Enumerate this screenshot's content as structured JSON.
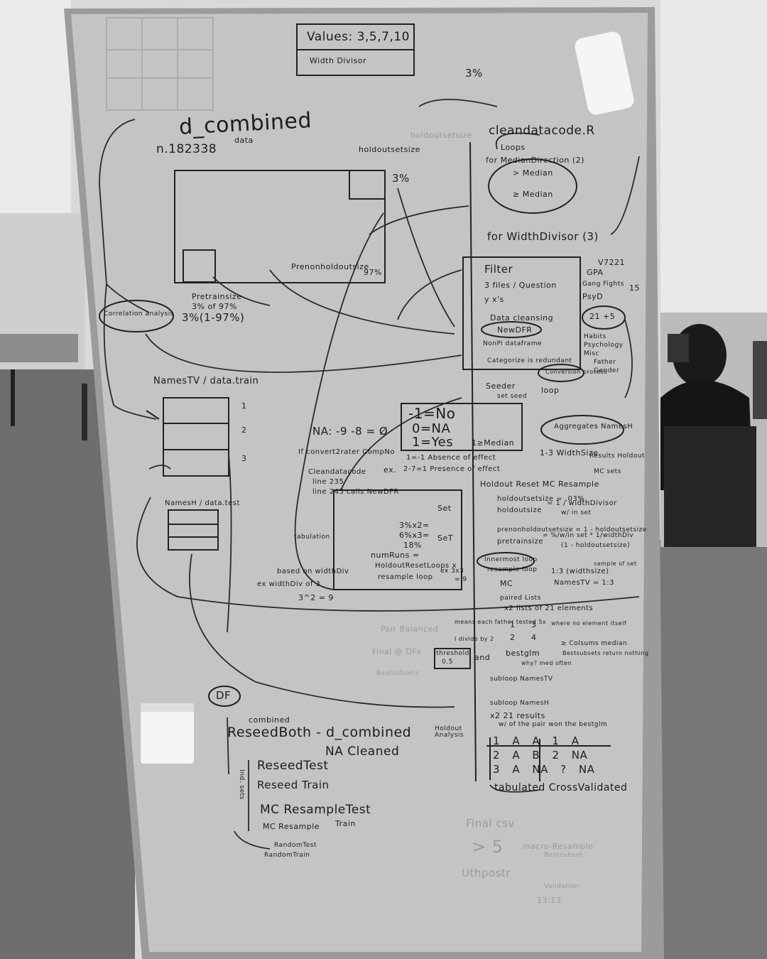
{
  "photo": {
    "subject": "whiteboard"
  },
  "whiteboard": {
    "top_box": {
      "values": "Values: 3,5,7,10",
      "width": "Width Divisor"
    },
    "pct_top": "3%",
    "d_combined": "d_combined",
    "data_label": "data",
    "n_count": "n.182338",
    "holdout_label": "holdoutsetsize",
    "holdout_pct": "3%",
    "holdout_size_top": "holdoutsetsize",
    "cleandatacode": "cleandatacode.R",
    "loops": "Loops",
    "for_median": "for MedianDirection (2)",
    "gt_median": "> Median",
    "ge_median": "≥ Median",
    "for_width": "for WidthDivisor (3)",
    "prenonholdout": "Prenonholdoutsize",
    "pct_97": "97%",
    "correlation": "Correlation analysis",
    "pretrain": "Pretrainsize",
    "pretrain_pct": "3% of 97%",
    "pretrain_formula": "3%(1-97%)",
    "filter": "Filter",
    "files": "3 files / Question",
    "yxs": "y x's",
    "data_cleansing": "Data cleansing",
    "newdfr": "NewDFR",
    "nonpi": "NonPi dataframe",
    "categorize": "Categorize is redundant",
    "conversion": "Conversion process",
    "v7221": "V7221",
    "gpa": "GPA",
    "gang": "Gang Fights",
    "psyd": "PsyD",
    "count15": "15",
    "plus21": "21 +5",
    "habits": "Habits",
    "psych": "Psychology",
    "misc": "Misc",
    "father": "Father",
    "gender": "Gender",
    "namestv": "NamesTV / data.train",
    "row1": "1",
    "row2": "2",
    "row3": "3",
    "seeder": "Seeder",
    "setseed": "set seed",
    "loop": "loop",
    "legend_no": "-1=No",
    "legend_na": "0=NA",
    "legend_yes": "1=Yes",
    "legend_ge": "1≥Median",
    "aggregate": "Aggregates NamesH",
    "na_line": "NA: -9 -8 = Ø",
    "if_convert": "If convert2rater CompNo",
    "cleandatacode2": "Cleandatacode",
    "line235": "line 235",
    "line245": "line 245 calls NewDFR",
    "absence": "1=-1 Absence of effect",
    "presence": "2-7=1 Presence of effect",
    "ex": "ex.",
    "widthsize": "1-3 WidthSize",
    "results_h": "Results Holdout",
    "mc_sets": "MC sets",
    "holdout_reset": "Holdout Reset MC Resample",
    "holdoutsetsize_eq": "holdoutsetsize = .03%",
    "holdoutsize": "holdoutsize",
    "width_frac": "= 1 / widthDivisor",
    "wl_set": "w/ in set",
    "prenonholdoutsetsize": "prenonholdoutsetsize = 1 - holdoutsetsize",
    "pretrainsize": "pretrainsize",
    "pretrain_eq": "= %/w/in set * 1/widthDiv",
    "pretrain_eq2": "(1 - holdoutsetsize)",
    "namesh": "NamesH / data.test",
    "tabulation": "tabulation",
    "set1": "Set",
    "set2": "SeT",
    "pct3x2": "3%x2=",
    "pct6x3": "6%x3=",
    "pct18": "18%",
    "numruns": "numRuns =",
    "holdout_reset_loops": "HoldoutResetLoops x",
    "resample_loop": "resample loop",
    "ex33": "ex 3x3",
    "eq9": "= 9",
    "innermost": "Innermost loop",
    "resample_loop2": "resample loop",
    "mc": "MC",
    "width_13": "1:3 (widthsize)",
    "sample_of_set": "sample of set",
    "namestv_eq": "NamesTV = 1:3",
    "based_on": "based on widthDiv",
    "ex_width": "ex widthDiv of 3",
    "three_sq": "3^2 = 9",
    "paired_lists": "paired Lists",
    "lists21": "x2 lists of 21 elements",
    "means_each": "means each father tested 5x",
    "div2": "I divide by 2",
    "col_a": "1",
    "col_b": "3",
    "col_c": "2",
    "col_d": "4",
    "no_elem": "where no element itself",
    "threshold": "threshold",
    "thr_val": "0.5",
    "and": "and",
    "bestglm": "bestglm",
    "why": "why? med often",
    "colsums": "≥ Colsums median",
    "bestsubsets": "Bestsubsets return nothing",
    "subloop_tv": "subloop NamesTV",
    "subloop_h": "subloop NamesH",
    "x2_21": "x2  21 results",
    "pair_won": "w/ of the pair won the bestglm",
    "holdout_analysis": "Holdout Analysis",
    "df": "DF",
    "combined": "combined",
    "reseedboth": "ReseedBoth - d_combined",
    "na_cleaned": "NA Cleaned",
    "reseedtest": "ReseedTest",
    "reseedtrain": "Reseed Train",
    "mc_resampletest": "MC ResampleTest",
    "mc_resample": "MC Resample",
    "train": "Train",
    "random_test": "RandomTest",
    "random_train": "RandomTrain",
    "left_vertical": "Ind. sets",
    "table_r1": [
      "1",
      "A",
      "A",
      "1",
      "A"
    ],
    "table_r2": [
      "2",
      "A",
      "B",
      "2",
      "NA"
    ],
    "table_r3": [
      "3",
      "A",
      "NA",
      "?",
      "NA"
    ],
    "tabulated": "tabulated CrossValidated",
    "faint1": "Final csv",
    "faint2": "> 5",
    "faint3": "macro-Resample",
    "faint4": "Bestsubset",
    "faint5": "Uthpostr",
    "faint6": "Pair Balanced",
    "faint7": "Final @ DFs",
    "faint8": "Bestsubsets",
    "faint9": "13:13",
    "faint10": "Validation"
  }
}
